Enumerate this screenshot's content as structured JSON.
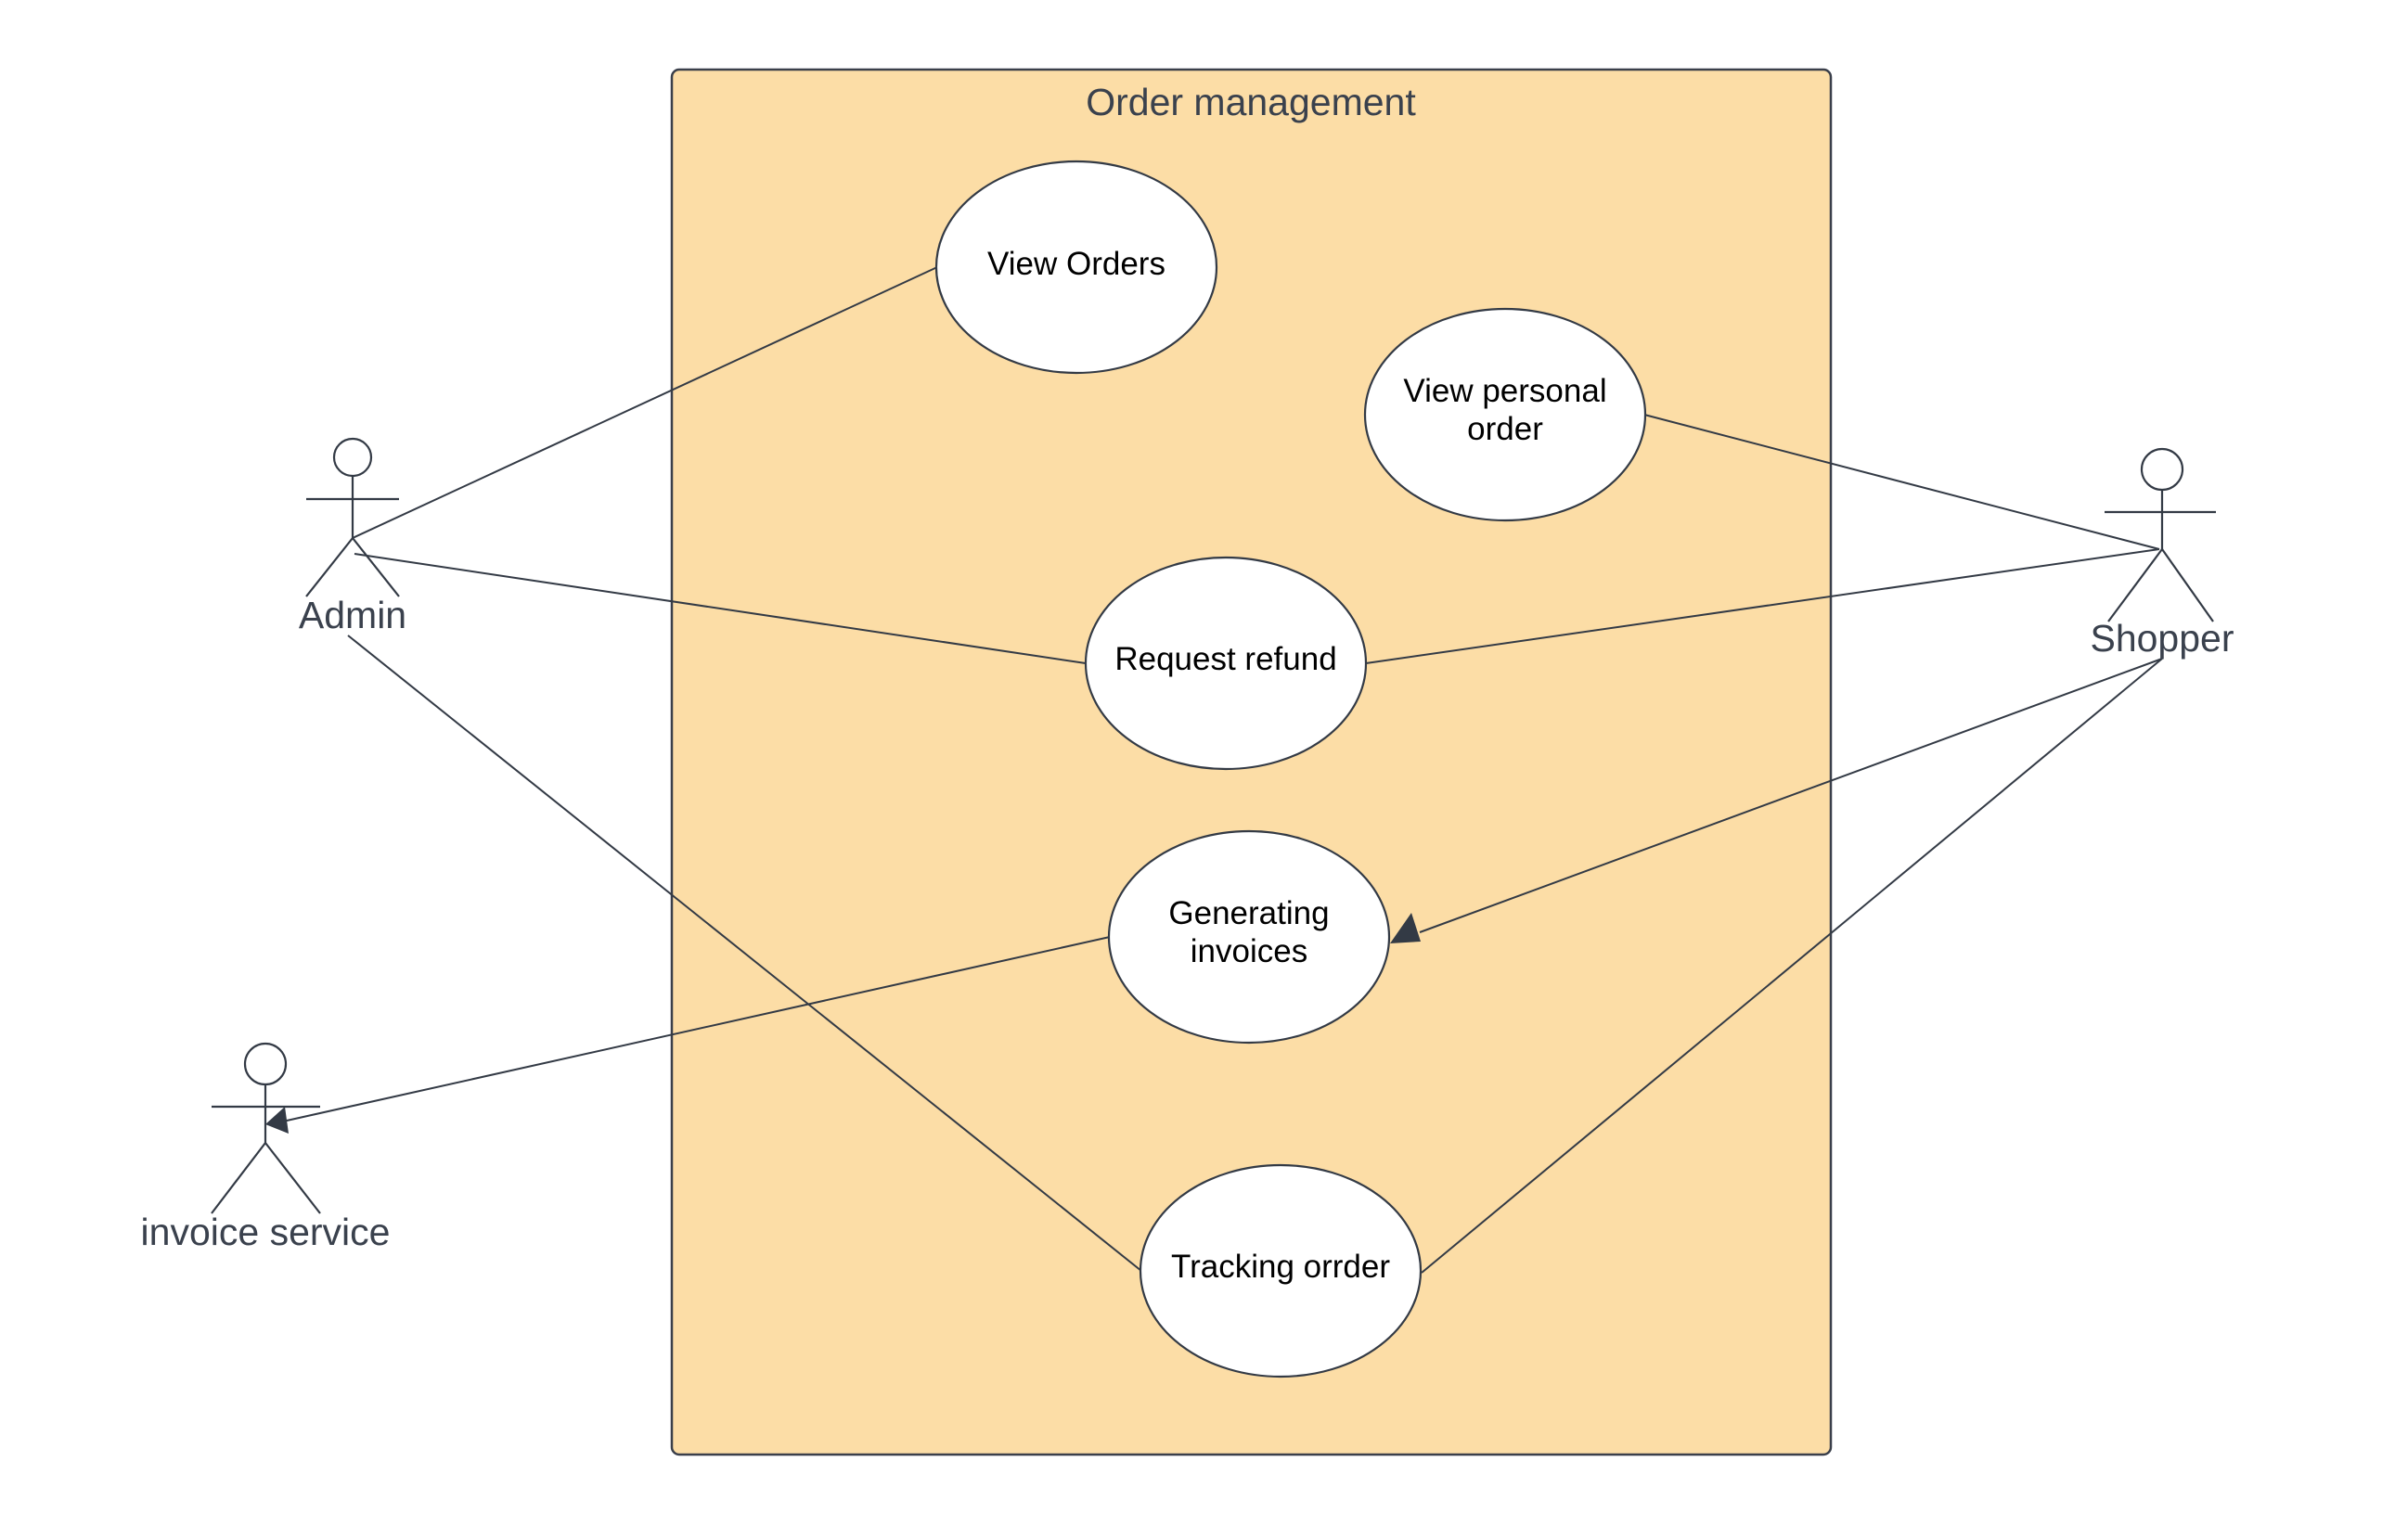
{
  "system": {
    "title": "Order management"
  },
  "use_cases": {
    "view_orders": [
      "View Orders"
    ],
    "view_personal_order": [
      "View personal",
      "order"
    ],
    "request_refund": [
      "Request refund"
    ],
    "generating_invoices": [
      "Generating",
      "invoices"
    ],
    "tracking_order": [
      "Tracking orrder"
    ]
  },
  "actors": {
    "admin": "Admin",
    "shopper": "Shopper",
    "invoice_service": "invoice service"
  },
  "colors": {
    "system_fill": "#fcdda6",
    "stroke": "#333a45",
    "usecase_fill": "#ffffff",
    "label_text": "#3a414d"
  }
}
